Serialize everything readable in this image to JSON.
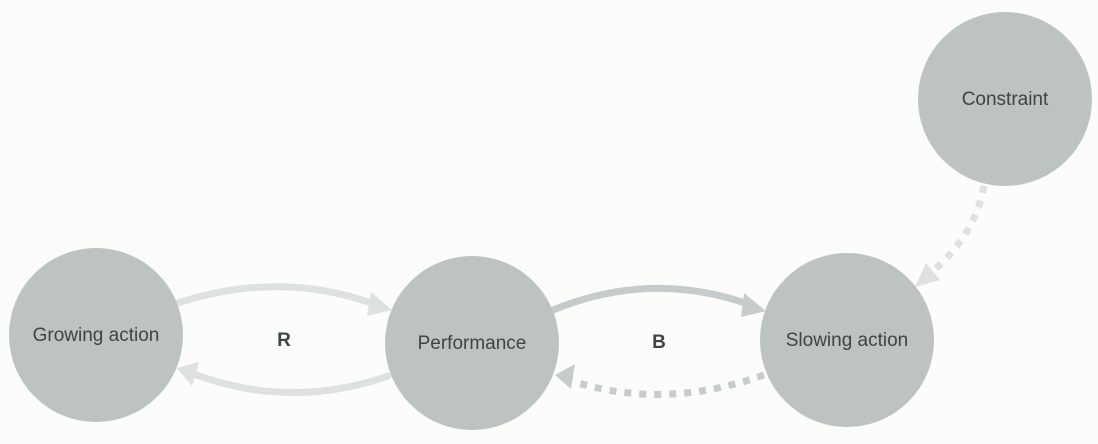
{
  "nodes": {
    "constraint": "Constraint",
    "growing_action": "Growing action",
    "performance": "Performance",
    "slowing_action": "Slowing action"
  },
  "loops": {
    "reinforcing": "R",
    "balancing": "B"
  },
  "colors": {
    "background": "#fcfcfb",
    "node_fill": "#bcc3c1",
    "label_text": "#3e4545",
    "light_link": "#dde1df",
    "dark_link": "#c6cccb"
  }
}
